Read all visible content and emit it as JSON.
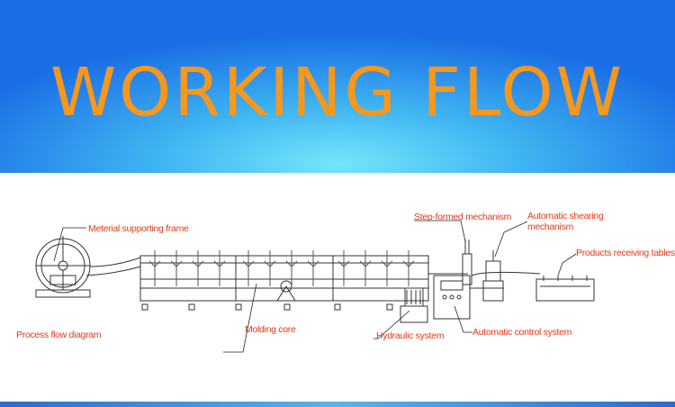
{
  "banner": {
    "title": "WORKING FLOW"
  },
  "diagram": {
    "title_color": "#f7981d",
    "label_color": "#e23a1a",
    "labels": {
      "material_frame": "Meterial supporting frame",
      "process_flow": "Process flow diagram",
      "molding_core": "Molding core",
      "hydraulic": "Hydraulic system",
      "step_formed": "Step-formed mechanism",
      "shearing_line1": "Automatic shearing",
      "shearing_line2": "mechanism",
      "receiving_tables": "Products receiving tables",
      "control_system": "Automatic control system"
    }
  }
}
